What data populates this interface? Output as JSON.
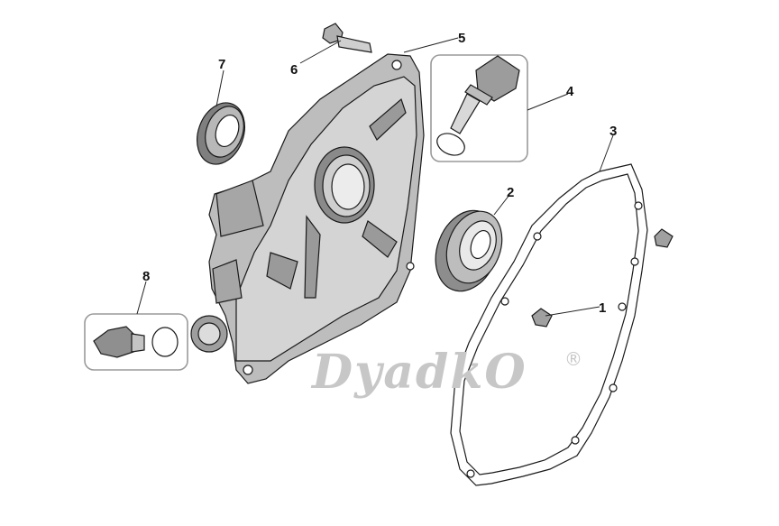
{
  "diagram": {
    "callouts": [
      {
        "id": "1",
        "label": "1"
      },
      {
        "id": "2",
        "label": "2"
      },
      {
        "id": "3",
        "label": "3"
      },
      {
        "id": "4",
        "label": "4"
      },
      {
        "id": "5",
        "label": "5"
      },
      {
        "id": "6",
        "label": "6"
      },
      {
        "id": "7",
        "label": "7"
      },
      {
        "id": "8",
        "label": "8"
      }
    ],
    "watermark": {
      "text": "DyadkO",
      "mark": "®"
    }
  },
  "colors": {
    "part_fill": "#c9c9c9",
    "part_dark": "#7a7a7a",
    "line": "#1a1a1a",
    "watermark": "#c7c7c7"
  }
}
